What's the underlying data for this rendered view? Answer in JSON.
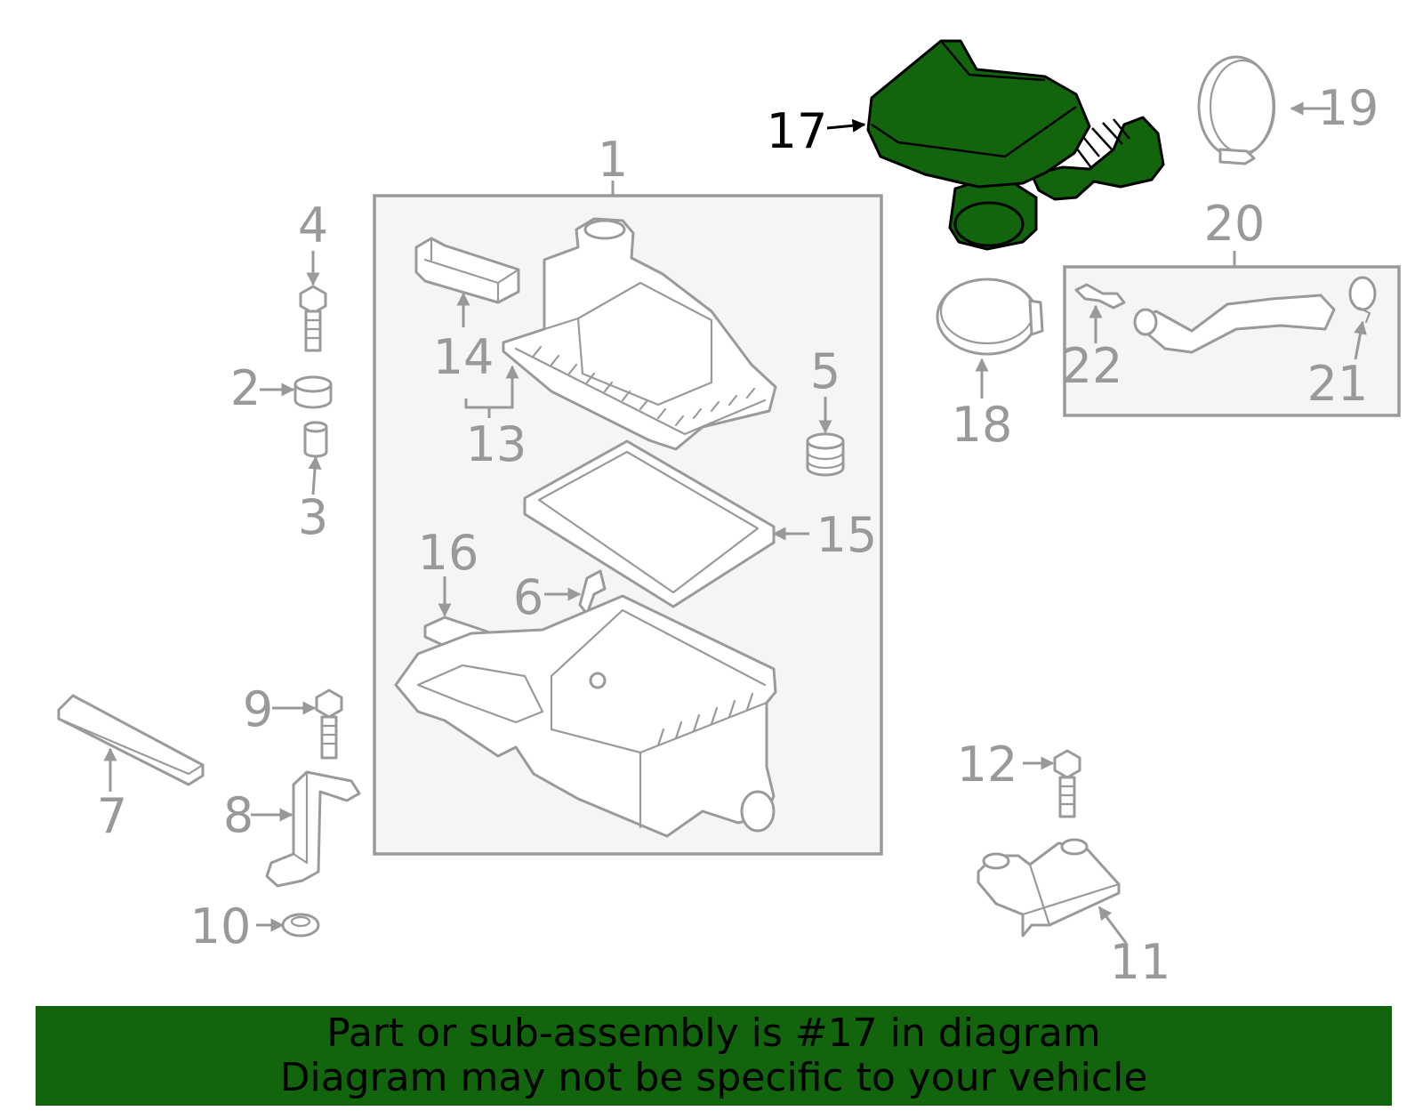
{
  "colors": {
    "highlight": "#12650d",
    "part_line": "#9a9a9a",
    "label": "#999999",
    "highlight_label": "#000000"
  },
  "callouts": {
    "c1": "1",
    "c2": "2",
    "c3": "3",
    "c4": "4",
    "c5": "5",
    "c6": "6",
    "c7": "7",
    "c8": "8",
    "c9": "9",
    "c10": "10",
    "c11": "11",
    "c12": "12",
    "c13": "13",
    "c14": "14",
    "c15": "15",
    "c16": "16",
    "c17": "17",
    "c18": "18",
    "c19": "19",
    "c20": "20",
    "c21": "21",
    "c22": "22"
  },
  "highlighted_part": "17",
  "banner": {
    "line1": "Part or sub-assembly is #17 in diagram",
    "line2": "Diagram may not be specific to your vehicle"
  }
}
